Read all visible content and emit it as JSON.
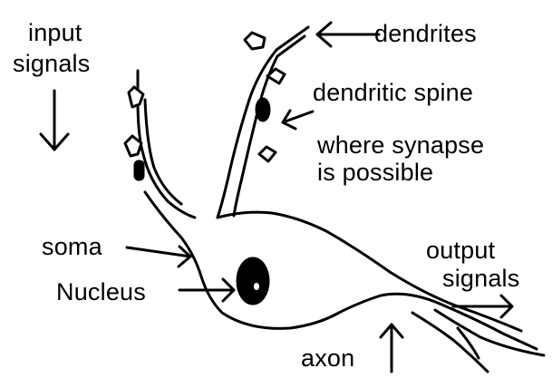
{
  "labels": {
    "input_signals_line1": "input",
    "input_signals_line2": "signals",
    "dendrites": "dendrites",
    "dendritic_spine": "dendritic spine",
    "synapse_line1": "where synapse",
    "synapse_line2": "is possible",
    "soma": "soma",
    "nucleus": "Nucleus",
    "output_line1": "output",
    "output_line2": "signals",
    "axon": "axon"
  },
  "colors": {
    "ink": "#000000",
    "background": "#ffffff"
  }
}
